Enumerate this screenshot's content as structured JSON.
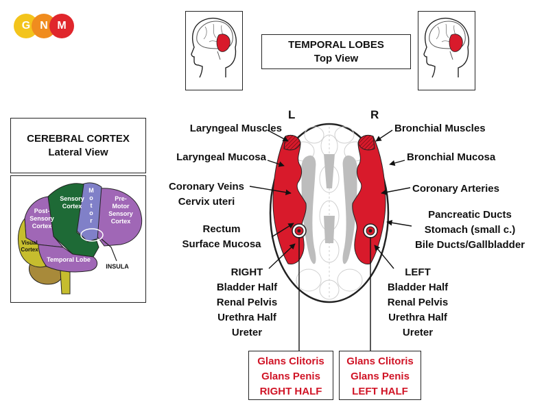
{
  "logo": {
    "letters": [
      "G",
      "N",
      "M"
    ],
    "colors": [
      "#f3c41c",
      "#f08c1e",
      "#e0262c"
    ]
  },
  "header": {
    "title_line1": "TEMPORAL LOBES",
    "title_line2": "Top View"
  },
  "cortex_box": {
    "title_line1": "CEREBRAL CORTEX",
    "title_line2": "Lateral View"
  },
  "cortex_regions": {
    "sensory": [
      "Sensory",
      "Cortex"
    ],
    "motor": [
      "M",
      "o",
      "t",
      "o",
      "r"
    ],
    "premotor": [
      "Pre-",
      "Motor",
      "Sensory",
      "Cortex"
    ],
    "post_sensory": [
      "Post-",
      "Sensory",
      "Cortex"
    ],
    "visual": [
      "Visual",
      "Cortex"
    ],
    "temporal": "Temporal Lobe",
    "insula": "INSULA"
  },
  "side_letters": {
    "left": "L",
    "right": "R"
  },
  "left_labels": {
    "laryngeal_muscles": "Laryngeal Muscles",
    "laryngeal_mucosa": "Laryngeal Mucosa",
    "coronary_veins": [
      "Coronary Veins",
      "Cervix uteri"
    ],
    "rectum": [
      "Rectum",
      "Surface Mucosa"
    ],
    "right_group": [
      "RIGHT",
      "Bladder Half",
      "Renal Pelvis",
      "Urethra Half",
      "Ureter"
    ]
  },
  "right_labels": {
    "bronchial_muscles": "Bronchial Muscles",
    "bronchial_mucosa": "Bronchial Mucosa",
    "coronary_arteries": "Coronary Arteries",
    "pancreatic": [
      "Pancreatic Ducts",
      "Stomach (small c.)",
      "Bile Ducts/Gallbladder"
    ],
    "left_group": [
      "LEFT",
      "Bladder Half",
      "Renal Pelvis",
      "Urethra Half",
      "Ureter"
    ]
  },
  "bottom_boxes": {
    "right_half": [
      "Glans Clitoris",
      "Glans Penis",
      "RIGHT HALF"
    ],
    "left_half": [
      "Glans Clitoris",
      "Glans Penis",
      "LEFT HALF"
    ]
  },
  "colors": {
    "red": "#d81a2b",
    "gray": "#bdbdbd",
    "sensory": "#1e6a36",
    "motor": "#8080c8",
    "premotor": "#a067b6",
    "visual": "#c6bd2e",
    "temporal": "#a067b6",
    "label_red": "#d01426"
  }
}
